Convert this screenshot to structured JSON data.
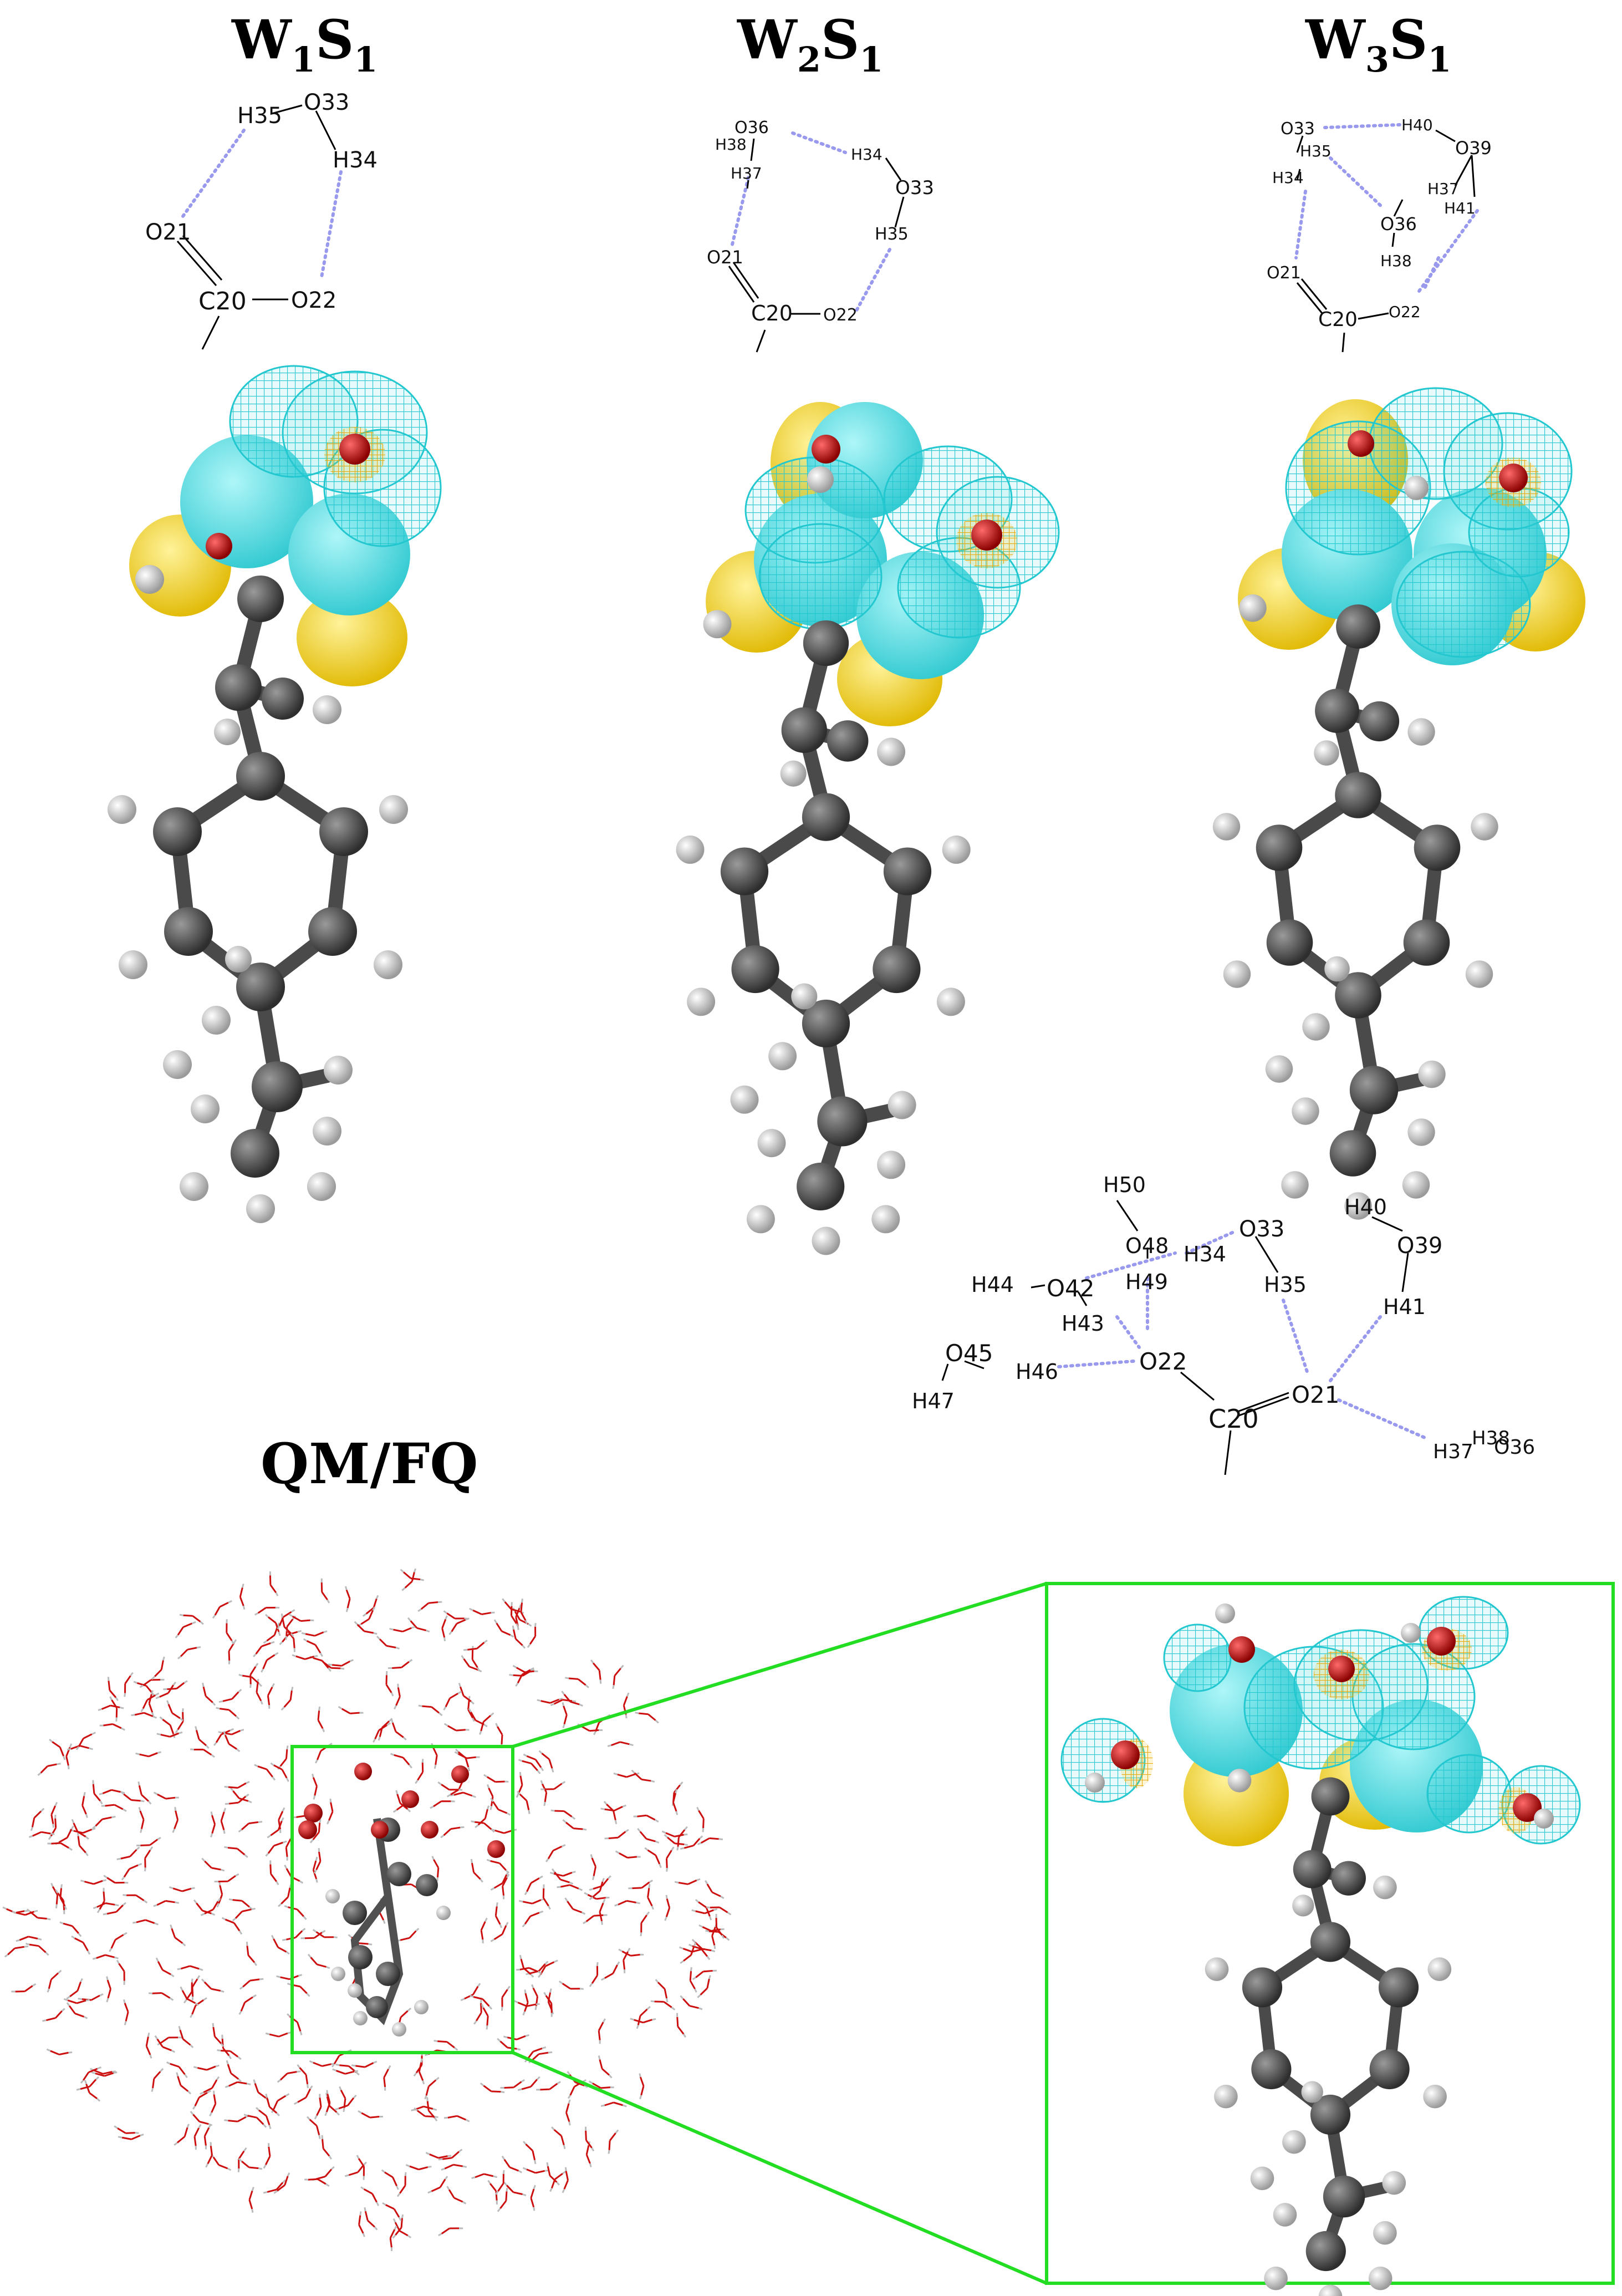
{
  "panels": [
    {
      "title": "W",
      "title_sub1": "1",
      "title_mid": "S",
      "title_sub2": "1",
      "atoms": [
        "H35",
        "O33",
        "H34",
        "O21",
        "C20",
        "O22"
      ]
    },
    {
      "title": "W",
      "title_sub1": "2",
      "title_mid": "S",
      "title_sub2": "1",
      "atoms": [
        "O36",
        "H38",
        "H34",
        "H37",
        "O33",
        "O21",
        "H35",
        "C20",
        "O22"
      ]
    },
    {
      "title": "W",
      "title_sub1": "3",
      "title_mid": "S",
      "title_sub2": "1",
      "atoms": [
        "O33",
        "H40",
        "H35",
        "O39",
        "H34",
        "H37",
        "H41",
        "O36",
        "H38",
        "O21",
        "C20",
        "O22"
      ]
    }
  ],
  "qmfq": {
    "title": "QM/FQ",
    "atoms": [
      "H50",
      "O48",
      "H34",
      "O33",
      "H40",
      "O39",
      "H44",
      "O42",
      "H49",
      "H35",
      "H43",
      "H41",
      "O45",
      "H46",
      "O22",
      "H47",
      "O21",
      "C20",
      "H37",
      "H38",
      "O36"
    ]
  },
  "colors": {
    "orbital_positive": "#3fd6dc",
    "orbital_negative": "#f0d020",
    "carbon": "#505050",
    "hydrogen": "#d8d8d8",
    "oxygen": "#d81818",
    "zoom_box": "#22dd22",
    "h_bond": "#9999ee"
  }
}
